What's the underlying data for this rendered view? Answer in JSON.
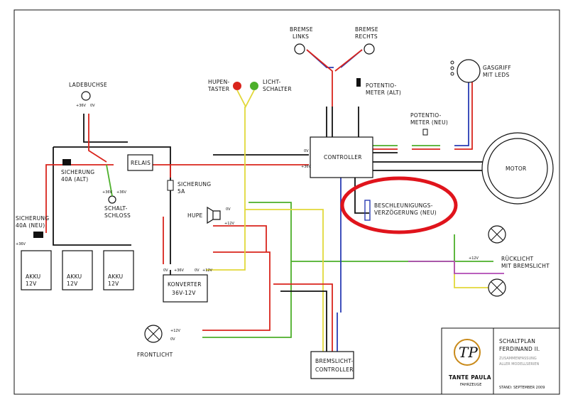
{
  "colors": {
    "black": "#111111",
    "red": "#d9241c",
    "green": "#4caf2a",
    "yellow": "#e2d83a",
    "blue": "#2a3db5",
    "purple": "#b04ab4",
    "highlight": "#e0141c"
  },
  "labels": {
    "ladebuchse": "LADEBUCHSE",
    "sicherung_alt_1": "SICHERUNG",
    "sicherung_alt_2": "40A (ALT)",
    "sicherung_neu_1": "SICHERUNG",
    "sicherung_neu_2": "40A (NEU)",
    "relais": "RELAIS",
    "schaltschloss_1": "SCHALT-",
    "schaltschloss_2": "SCHLOSS",
    "sicherung_5a_1": "SICHERUNG",
    "sicherung_5a_2": "5A",
    "akku": "AKKU",
    "akku_v": "12V",
    "konverter_1": "KONVERTER",
    "konverter_2": "36V-12V",
    "hupe": "HUPE",
    "hupentaster_1": "HUPEN-",
    "hupentaster_2": "TASTER",
    "lichtschalter_1": "LICHT-",
    "lichtschalter_2": "SCHALTER",
    "bremse_links_1": "BREMSE",
    "bremse_links_2": "LINKS",
    "bremse_rechts_1": "BREMSE",
    "bremse_rechts_2": "RECHTS",
    "poti_alt_1": "POTENTIO-",
    "poti_alt_2": "METER (ALT)",
    "poti_neu_1": "POTENTIO-",
    "poti_neu_2": "METER (NEU)",
    "gasgriff_1": "GASGRIFF",
    "gasgriff_2": "MIT LEDS",
    "controller": "CONTROLLER",
    "motor": "MOTOR",
    "beschleunigung_1": "BESCHLEUNIGUNGS-",
    "beschleunigung_2": "VERZÖGERUNG (NEU)",
    "ruecklicht_1": "RÜCKLICHT",
    "ruecklicht_2": "MIT BREMSLICHT",
    "frontlicht": "FRONTLICHT",
    "bremslicht_1": "BREMSLICHT-",
    "bremslicht_2": "CONTROLLER"
  },
  "voltages": {
    "p36": "+36V",
    "p12": "+12V",
    "zero": "0V"
  },
  "title_block": {
    "logo_mark": "TP",
    "brand": "TANTE PAULA",
    "brand_sub": "FAHRZEUGE",
    "title_1": "SCHALTPLAN",
    "title_2": "FERDINAND II.",
    "subtitle_1": "ZUSAMMENFASSUNG",
    "subtitle_2": "ALLER MODELLSERIEN",
    "stand": "STAND: SEPTEMBER 2009"
  }
}
